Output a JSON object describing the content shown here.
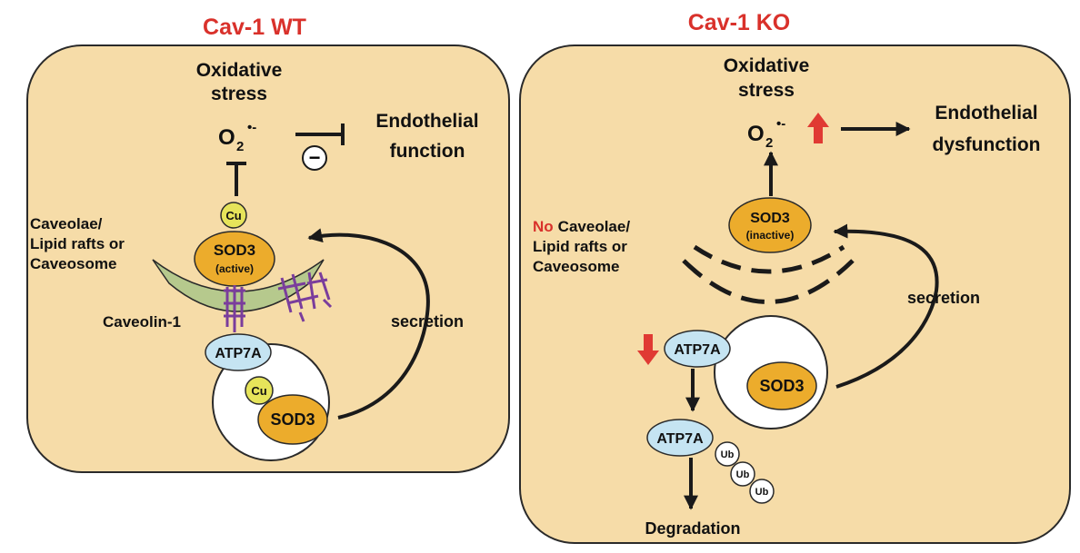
{
  "colors": {
    "panel_fill": "#f6dca8",
    "panel_stroke": "#2a2a2a",
    "title": "#d9312b",
    "sod3": "#ecac2c",
    "cu": "#e6e45a",
    "atp7a": "#c5e4f2",
    "membrane": "#b6c98d",
    "caveolin": "#7a3d9c",
    "red_arrow": "#e03a33"
  },
  "wt": {
    "title": "Cav-1 WT",
    "oxidative_stress": [
      "Oxidative",
      "stress"
    ],
    "o2": "O",
    "o2_sub": "2",
    "o2_sup": "•-",
    "endothelial": [
      "Endothelial",
      "function"
    ],
    "inhibit_sign": "−",
    "caveolae_label": [
      "Caveolae/",
      "Lipid rafts or",
      "Caveosome"
    ],
    "cu": "Cu",
    "sod3": "SOD3",
    "sod3_state": "(active)",
    "caveolin": "Caveolin-1",
    "atp7a": "ATP7A",
    "cu_vesicle": "Cu",
    "sod3_vesicle": "SOD3",
    "secretion": "secretion"
  },
  "ko": {
    "title": "Cav-1 KO",
    "oxidative_stress": [
      "Oxidative",
      "stress"
    ],
    "o2": "O",
    "o2_sub": "2",
    "o2_sup": "•-",
    "endothelial": [
      "Endothelial",
      "dysfunction"
    ],
    "no": "No",
    "caveolae_label": [
      "Caveolae/",
      "Lipid rafts or",
      "Caveosome"
    ],
    "sod3": "SOD3",
    "sod3_state": "(inactive)",
    "atp7a": "ATP7A",
    "sod3_vesicle": "SOD3",
    "atp7a_degraded": "ATP7A",
    "ub": [
      "Ub",
      "Ub",
      "Ub"
    ],
    "degradation": "Degradation",
    "secretion": "secretion"
  }
}
